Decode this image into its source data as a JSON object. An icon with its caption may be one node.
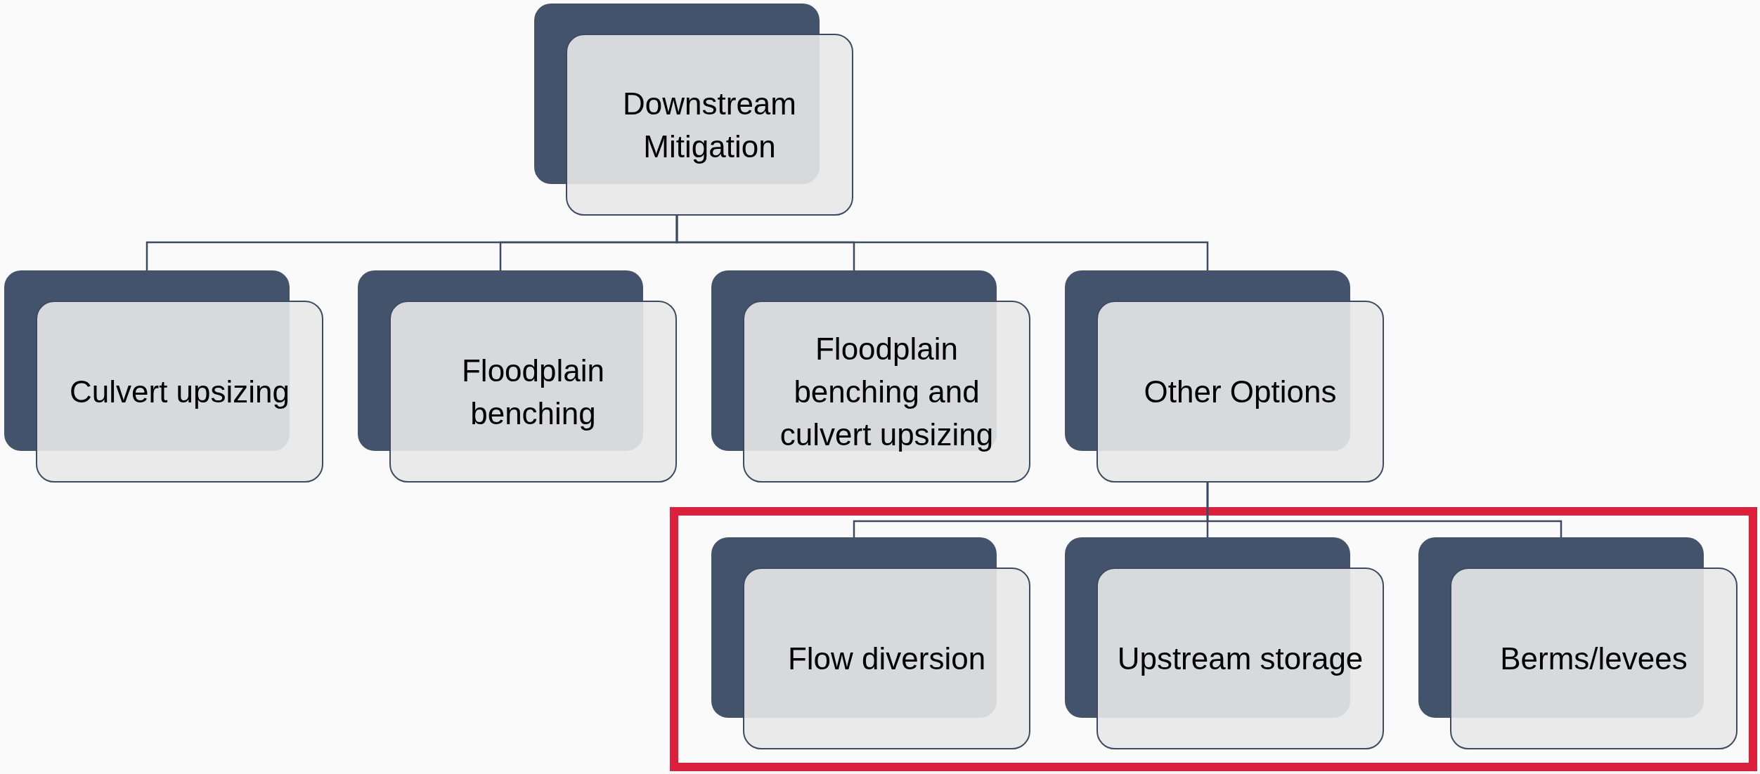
{
  "diagram": {
    "nodes": [
      {
        "text": [
          "Downstream Mitigation"
        ]
      },
      {
        "text": [
          "Culvert upsizing"
        ]
      },
      {
        "text": [
          "Floodplain benching"
        ]
      },
      {
        "text": [
          "Floodplain benching and culvert upsizing"
        ]
      },
      {
        "text": [
          "Other Options"
        ]
      },
      {
        "text": [
          "Flow diversion"
        ]
      },
      {
        "text": [
          "Upstream storage"
        ]
      },
      {
        "text": [
          "Berms/levees"
        ]
      }
    ],
    "edges": [
      {
        "from": 0,
        "to": 1,
        "arrow": "none"
      },
      {
        "from": 0,
        "to": 2,
        "arrow": "none"
      },
      {
        "from": 0,
        "to": 3,
        "arrow": "none"
      },
      {
        "from": 0,
        "to": 4,
        "arrow": "none"
      },
      {
        "from": 4,
        "to": 5,
        "arrow": "none"
      },
      {
        "from": 4,
        "to": 6,
        "arrow": "none"
      },
      {
        "from": 4,
        "to": 7,
        "arrow": "none"
      }
    ]
  }
}
